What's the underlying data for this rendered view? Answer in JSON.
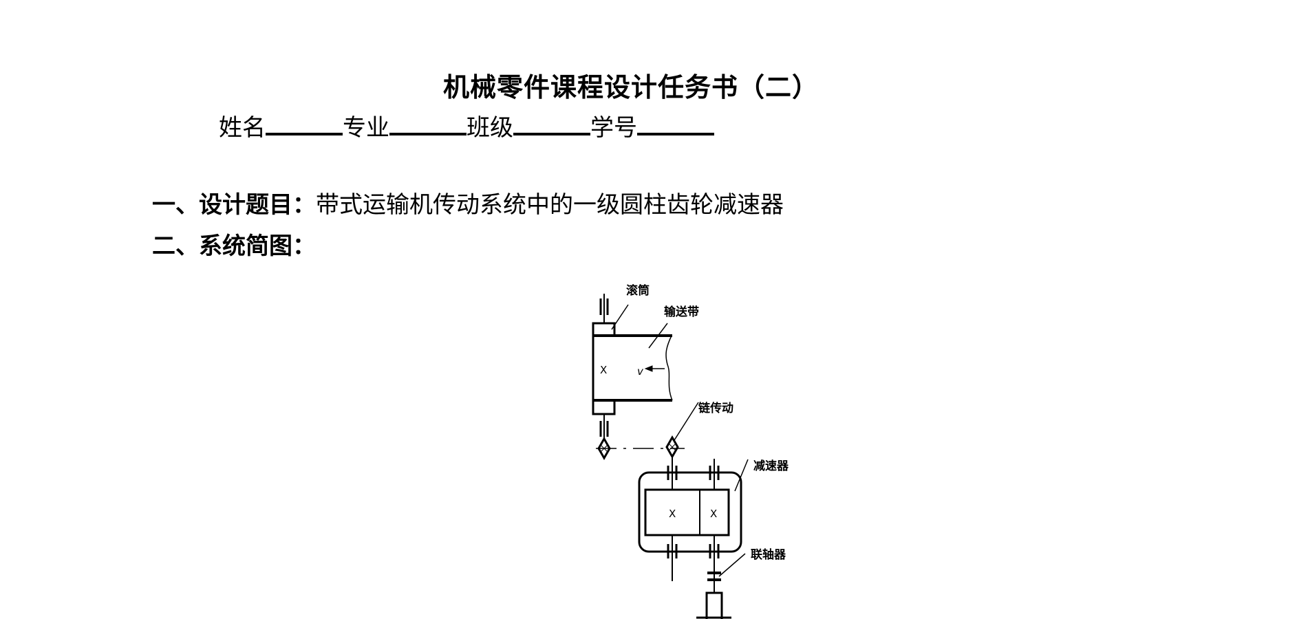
{
  "title": "机械零件课程设计任务书（二）",
  "info_fields": {
    "name": "姓名",
    "major": "专业",
    "class": "班级",
    "student_id": "学号"
  },
  "section1": {
    "label": "一、设计题目：",
    "text": "带式运输机传动系统中的一级圆柱齿轮减速器"
  },
  "section2": {
    "label": "二、系统简图："
  },
  "diagram": {
    "drum_label": "滚筒",
    "belt_label": "输送带",
    "chain_label": "链传动",
    "reducer_label": "减速器",
    "coupling_label": "联轴器",
    "velocity_symbol": "v",
    "gear_mark": "X"
  }
}
